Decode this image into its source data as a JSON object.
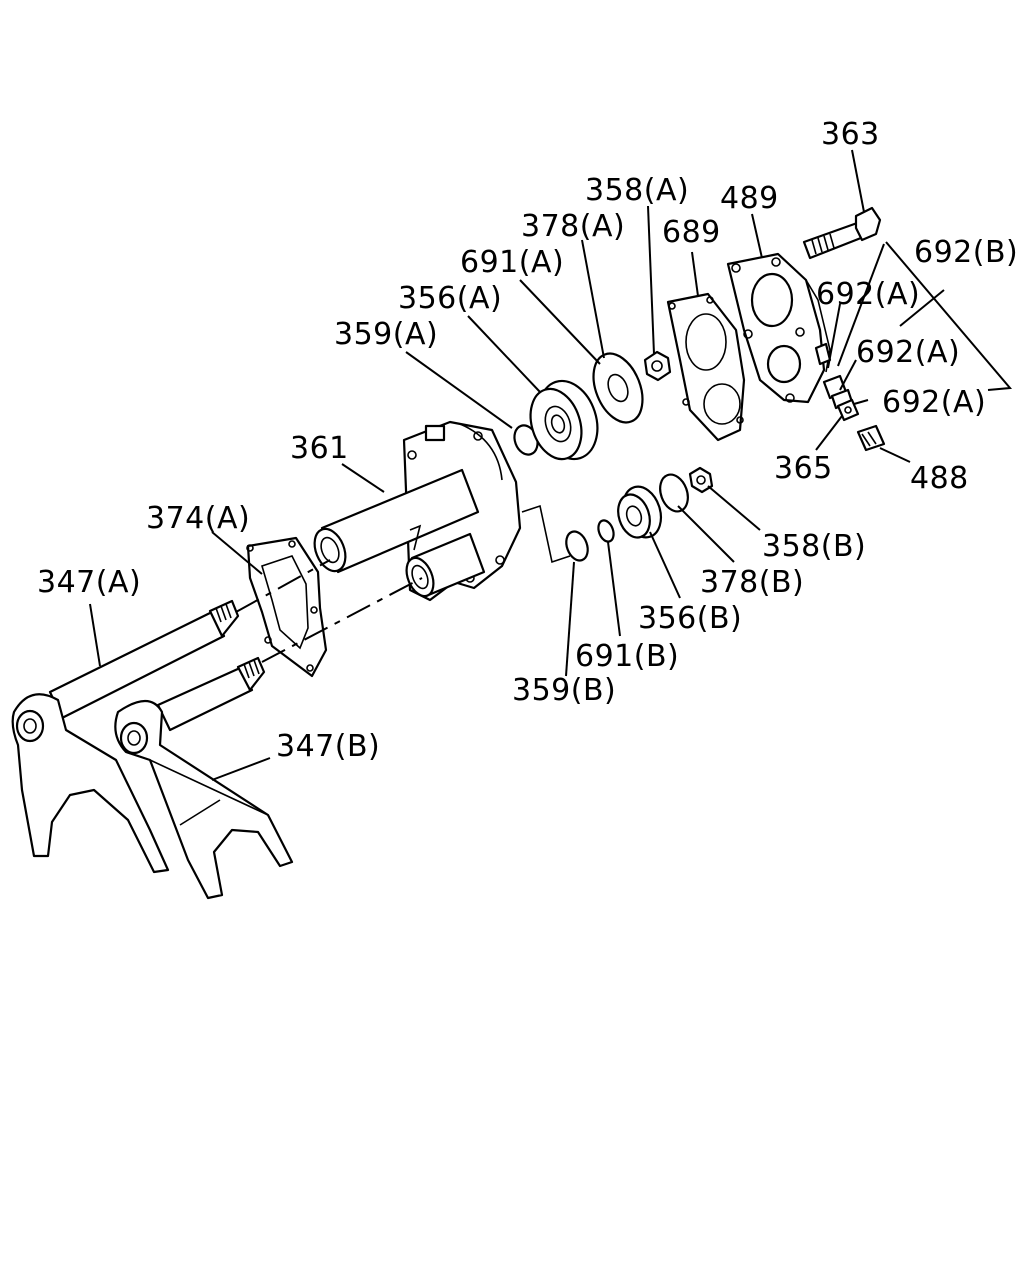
{
  "diagram": {
    "callouts": [
      {
        "id": "c363",
        "text": "363"
      },
      {
        "id": "c358a",
        "text": "358(A)"
      },
      {
        "id": "c489",
        "text": "489"
      },
      {
        "id": "c378a",
        "text": "378(A)"
      },
      {
        "id": "c689",
        "text": "689"
      },
      {
        "id": "c692b",
        "text": "692(B)"
      },
      {
        "id": "c691a",
        "text": "691(A)"
      },
      {
        "id": "c692a1",
        "text": "692(A)"
      },
      {
        "id": "c356a",
        "text": "356(A)"
      },
      {
        "id": "c359a",
        "text": "359(A)"
      },
      {
        "id": "c692a2",
        "text": "692(A)"
      },
      {
        "id": "c692a3",
        "text": "692(A)"
      },
      {
        "id": "c361",
        "text": "361"
      },
      {
        "id": "c365",
        "text": "365"
      },
      {
        "id": "c488",
        "text": "488"
      },
      {
        "id": "c374a",
        "text": "374(A)"
      },
      {
        "id": "c358b",
        "text": "358(B)"
      },
      {
        "id": "c347a",
        "text": "347(A)"
      },
      {
        "id": "c378b",
        "text": "378(B)"
      },
      {
        "id": "c356b",
        "text": "356(B)"
      },
      {
        "id": "c691b",
        "text": "691(B)"
      },
      {
        "id": "c359b",
        "text": "359(B)"
      },
      {
        "id": "c347b",
        "text": "347(B)"
      }
    ]
  }
}
